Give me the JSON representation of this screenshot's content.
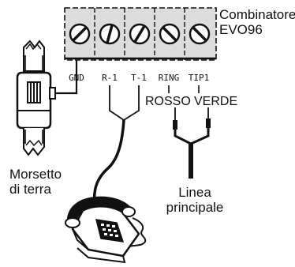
{
  "panel": {
    "title_line1": "Combinatore",
    "title_line2": "EVO96",
    "terminals": [
      "GND",
      "R-1",
      "T-1",
      "RING",
      "TIP1"
    ]
  },
  "ground": {
    "label_line1": "Morsetto",
    "label_line2": "di terra"
  },
  "wires": {
    "red": "ROSSO",
    "green": "VERDE"
  },
  "line": {
    "label_line1": "Linea",
    "label_line2": "principale"
  },
  "icons": {
    "telephone": "telephone-icon",
    "ground_clamp": "ground-clamp-icon",
    "screw": "screw-terminal-icon"
  },
  "colors": {
    "ink": "#111111",
    "panel_fill": "#dcdcdc",
    "background": "#ffffff"
  }
}
